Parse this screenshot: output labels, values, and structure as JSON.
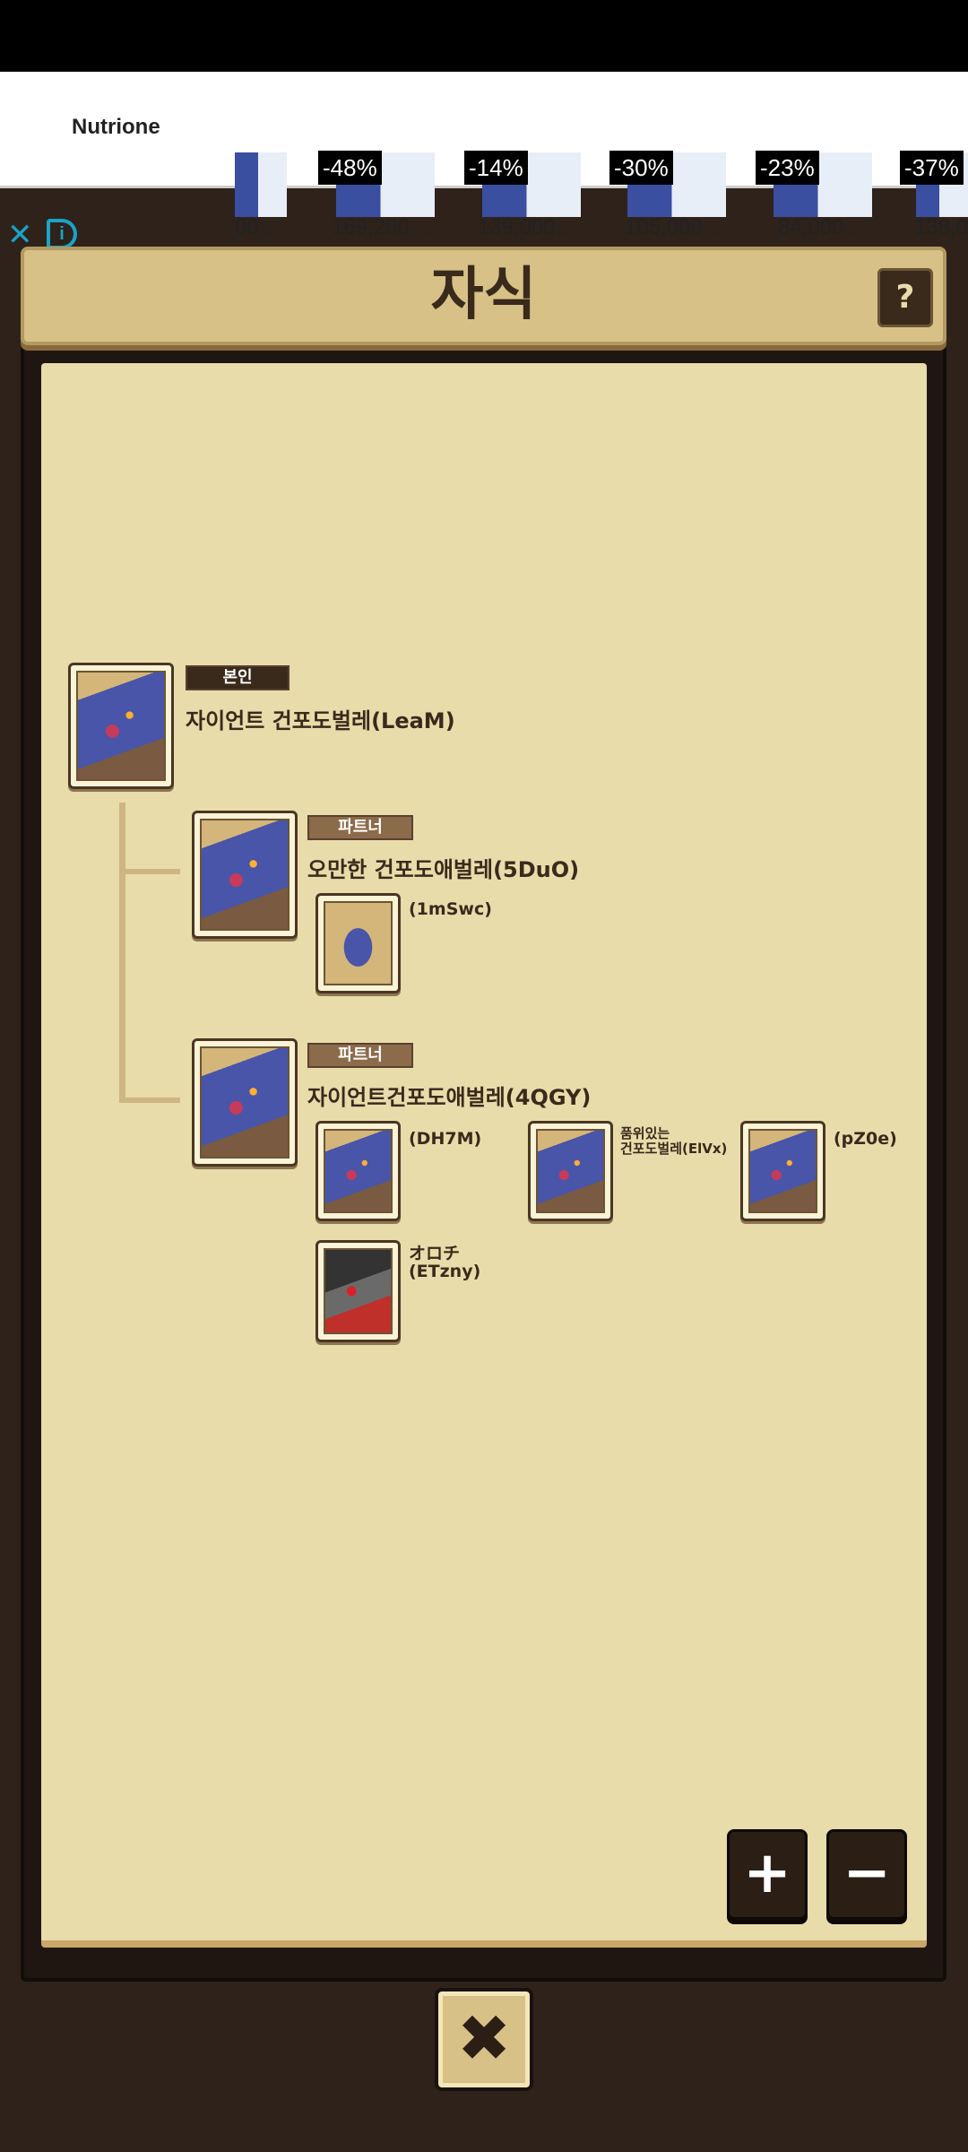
{
  "ad": {
    "brand": "Nutrione",
    "items": [
      {
        "discount": "",
        "price": "00…"
      },
      {
        "discount": "-48%",
        "price": "169,200…"
      },
      {
        "discount": "-14%",
        "price": "139,000…"
      },
      {
        "discount": "-30%",
        "price": "105,000…"
      },
      {
        "discount": "-23%",
        "price": "84,000…"
      },
      {
        "discount": "-37%",
        "price": "138,0"
      }
    ]
  },
  "header": {
    "title": "자식",
    "help": "?"
  },
  "self": {
    "badge": "본인",
    "name": "자이언트 건포도벌레(LeaM)"
  },
  "partners": [
    {
      "badge": "파트너",
      "name": "오만한 건포도애벌레(5DuO)",
      "children": [
        {
          "name": "(1mSwc)"
        }
      ]
    },
    {
      "badge": "파트너",
      "name": "자이언트건포도애벌레(4QGY)",
      "children": [
        {
          "name": "(DH7M)"
        },
        {
          "name": "품위있는\n건포도벌레(ElVx)"
        },
        {
          "name": "(pZ0e)"
        },
        {
          "name": "オロチ\n(ETzny)"
        }
      ]
    }
  ],
  "controls": {
    "zoom_in": "+",
    "zoom_out": "−",
    "close": "✖"
  }
}
